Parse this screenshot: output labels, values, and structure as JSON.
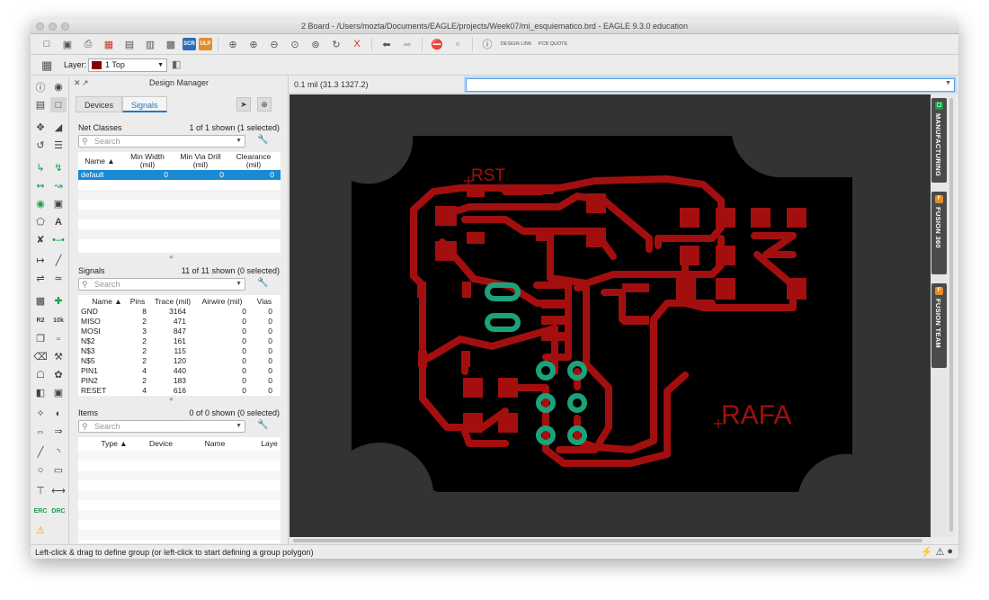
{
  "window": {
    "title": "2 Board - /Users/mozta/Documents/EAGLE/projects/Week07/mi_esquiematico.brd - EAGLE 9.3.0 education"
  },
  "toolbar": {
    "design_link": "DESIGN LINK",
    "pcb_quote": "PCB QUOTE",
    "scr": "SCR",
    "ulp": "ULP"
  },
  "layer": {
    "label": "Layer:",
    "selected": "1 Top",
    "color": "#8b0000"
  },
  "design_manager": {
    "title": "Design Manager",
    "tabs": [
      "Devices",
      "Signals"
    ],
    "active_tab": "Signals",
    "net_classes": {
      "title": "Net Classes",
      "count": "1 of 1 shown (1 selected)",
      "search_placeholder": "Search",
      "headers": [
        "Name ▲",
        "Min Width (mil)",
        "Min Via Drill (mil)",
        "Clearance (mil)"
      ],
      "rows": [
        [
          "default",
          "0",
          "0",
          "0"
        ]
      ]
    },
    "signals": {
      "title": "Signals",
      "count": "11 of 11 shown (0 selected)",
      "search_placeholder": "Search",
      "headers": [
        "Name ▲",
        "Pins",
        "Trace (mil)",
        "Airwire (mil)",
        "Vias"
      ],
      "rows": [
        [
          "GND",
          "8",
          "3164",
          "0",
          "0"
        ],
        [
          "MISO",
          "2",
          "471",
          "0",
          "0"
        ],
        [
          "MOSI",
          "3",
          "847",
          "0",
          "0"
        ],
        [
          "N$2",
          "2",
          "161",
          "0",
          "0"
        ],
        [
          "N$3",
          "2",
          "115",
          "0",
          "0"
        ],
        [
          "N$5",
          "2",
          "120",
          "0",
          "0"
        ],
        [
          "PIN1",
          "4",
          "440",
          "0",
          "0"
        ],
        [
          "PIN2",
          "2",
          "183",
          "0",
          "0"
        ],
        [
          "RESET",
          "4",
          "616",
          "0",
          "0"
        ]
      ]
    },
    "items": {
      "title": "Items",
      "count": "0 of 0 shown (0 selected)",
      "search_placeholder": "Search",
      "headers": [
        "Type ▲",
        "Device",
        "Name",
        "Laye"
      ]
    }
  },
  "coordinates": "0.1 mil (31.3 1327.2)",
  "board": {
    "labels": [
      "RST",
      "RAFA"
    ],
    "board_color": "#000000",
    "copper_color": "#a30f0f",
    "pad_color": "#1aa37a"
  },
  "side_tabs": [
    {
      "label": "MANUFACTURING",
      "badge": "▢",
      "badge_color": "#1a9c4b"
    },
    {
      "label": "FUSION 360",
      "badge": "F",
      "badge_color": "#e58b27"
    },
    {
      "label": "FUSION TEAM",
      "badge": "F",
      "badge_color": "#e58b27"
    }
  ],
  "status": {
    "message": "Left-click & drag to define group (or left-click to start defining a group polygon)"
  }
}
